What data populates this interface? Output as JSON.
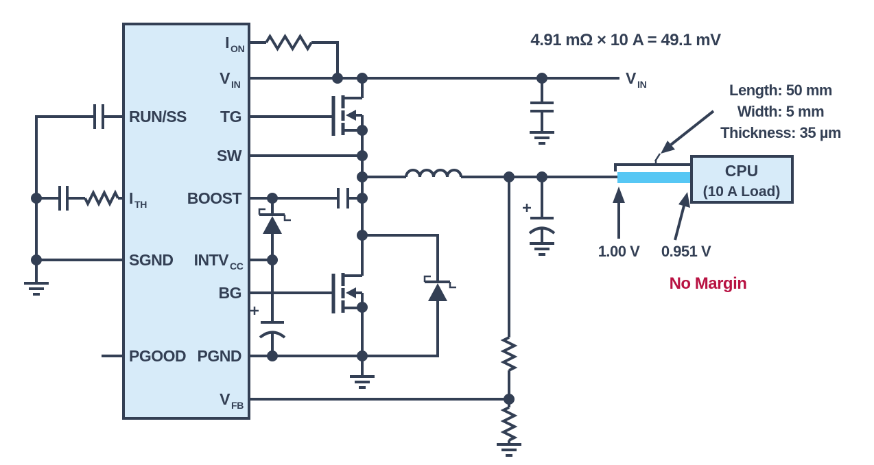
{
  "colors": {
    "navy": "#333f54",
    "panel_fill": "#d7ebf9",
    "trace_blue": "#57c7f4",
    "alert_red": "#b81242",
    "background": "#ffffff"
  },
  "controller": {
    "left_pins": [
      {
        "label": "RUN/SS"
      },
      {
        "label": "I",
        "sub": "TH"
      },
      {
        "label": "SGND"
      },
      {
        "label": "PGOOD"
      }
    ],
    "right_pins": [
      {
        "label": "I",
        "sub": "ON"
      },
      {
        "label": "V",
        "sub": "IN"
      },
      {
        "label": "TG"
      },
      {
        "label": "SW"
      },
      {
        "label": "BOOST"
      },
      {
        "label": "INTV",
        "sub": "CC"
      },
      {
        "label": "BG"
      },
      {
        "label": "PGND"
      },
      {
        "label": "V",
        "sub": "FB"
      }
    ]
  },
  "annotations": {
    "equation": "4.91 mΩ × 10 A = 49.1 mV",
    "vin_net": {
      "label": "V",
      "sub": "IN"
    },
    "trace_spec": {
      "length": "Length: 50 mm",
      "width": "Width: 5 mm",
      "thickness": "Thickness: 35 µm"
    },
    "voltage_start": "1.00 V",
    "voltage_end": "0.951 V",
    "margin_note": "No Margin"
  },
  "cpu_block": {
    "title": "CPU",
    "subtitle": "(10 A Load)"
  }
}
